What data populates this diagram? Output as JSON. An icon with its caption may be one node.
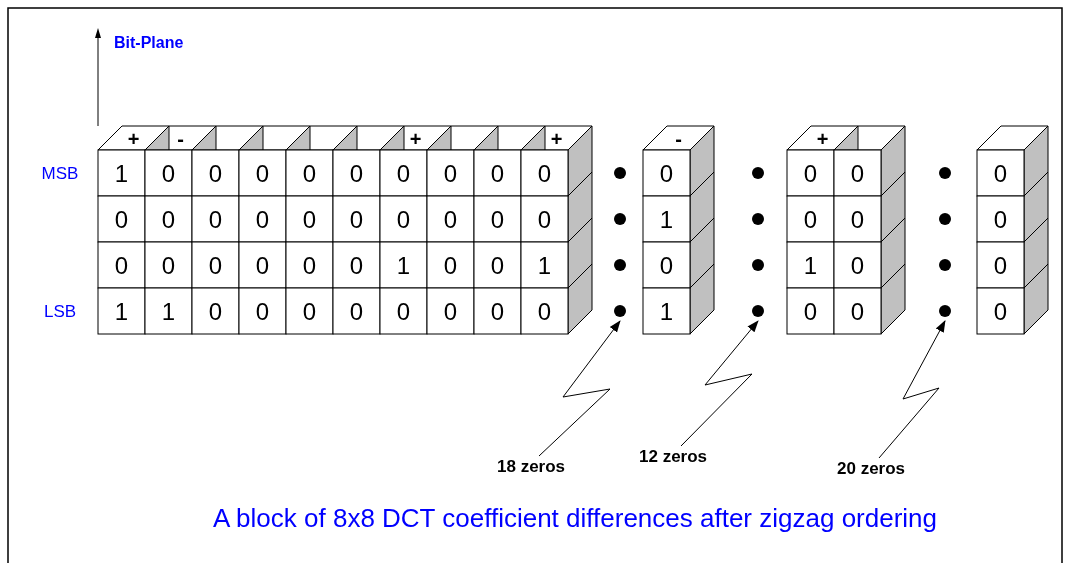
{
  "diagram": {
    "caption": "A block of 8x8 DCT coefficient differences after zigzag ordering",
    "nodes": [
      {
        "text": [],
        "shape": "dots"
      },
      {
        "text": [],
        "shape": "dots"
      },
      {
        "text": [],
        "shape": "dots"
      },
      {
        "text": [
          "18 zeros"
        ]
      },
      {
        "text": [
          "12 zeros"
        ]
      },
      {
        "text": [
          "20 zeros"
        ]
      }
    ],
    "edges": [
      {
        "from": 3,
        "to": 0,
        "arrow": "to"
      },
      {
        "from": 4,
        "to": 1,
        "arrow": "to"
      },
      {
        "from": 5,
        "to": 2,
        "arrow": "to"
      }
    ],
    "labels": [
      "Bit-Plane",
      "+",
      "-",
      "+",
      "+",
      "-",
      "+",
      "MSB",
      "1",
      "0",
      "0",
      "0",
      "0",
      "0",
      "0",
      "0",
      "0",
      "0",
      "0",
      "0",
      "0",
      "0",
      "0",
      "0",
      "0",
      "0",
      "0",
      "0",
      "0",
      "0",
      "0",
      "0",
      "1",
      "0",
      "0",
      "0",
      "0",
      "0",
      "0",
      "0",
      "0",
      "0",
      "1",
      "0",
      "0",
      "1",
      "0",
      "1",
      "0",
      "0",
      "LSB",
      "1",
      "1",
      "0",
      "0",
      "0",
      "0",
      "0",
      "0",
      "0",
      "0",
      "1",
      "0",
      "0",
      "0"
    ]
  }
}
